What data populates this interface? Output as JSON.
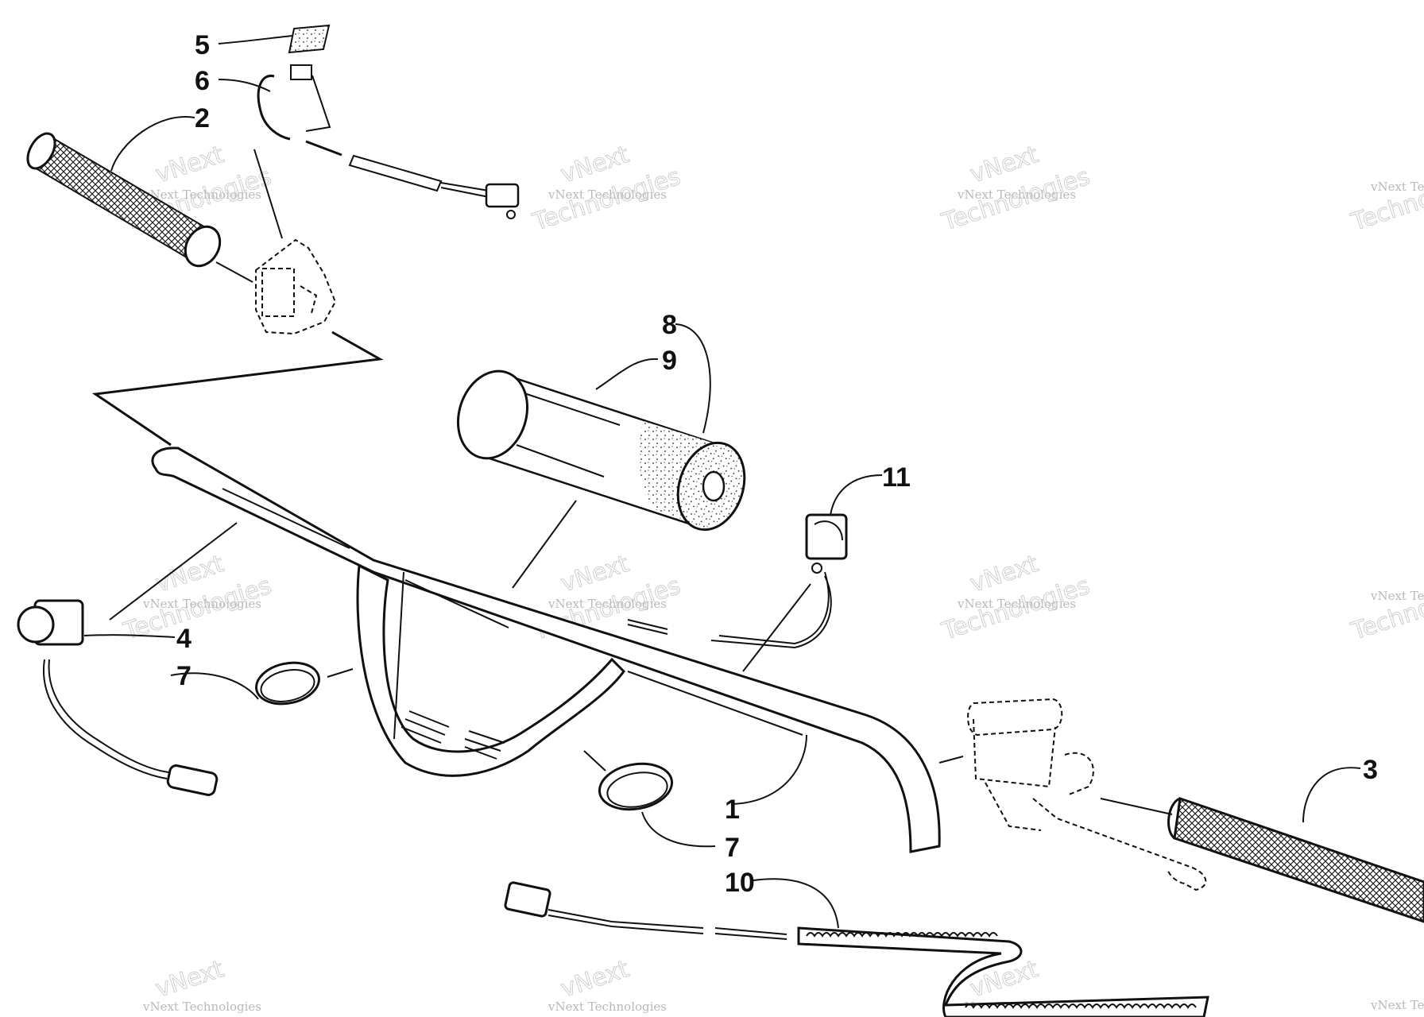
{
  "callouts": {
    "c1": "1",
    "c2": "2",
    "c3": "3",
    "c4": "4",
    "c5": "5",
    "c6": "6",
    "c7a": "7",
    "c7b": "7",
    "c8": "8",
    "c9": "9",
    "c10": "10",
    "c11": "11"
  },
  "watermark": {
    "brand": "vNext",
    "line_small": "vNext Technologies",
    "line_big": "Technologies"
  },
  "colors": {
    "ink": "#111111",
    "watermark": "#bbbbbb",
    "background": "#ffffff"
  }
}
